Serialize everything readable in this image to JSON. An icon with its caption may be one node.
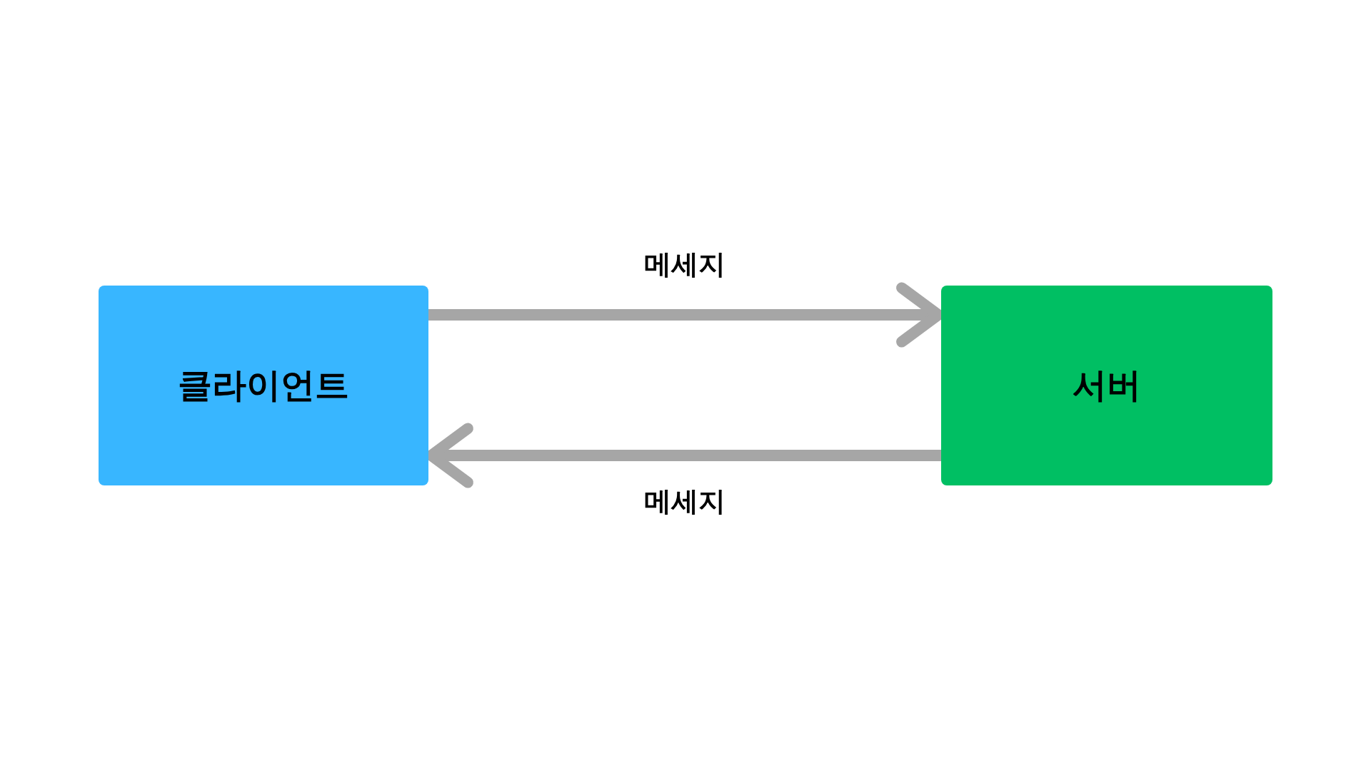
{
  "diagram": {
    "nodes": [
      {
        "text": [
          "클라이언트"
        ]
      },
      {
        "text": [
          "서버"
        ]
      }
    ],
    "edges": [
      {
        "from": 0,
        "to": 1,
        "arrow": "to",
        "label": "메세지"
      },
      {
        "from": 1,
        "to": 0,
        "arrow": "to",
        "label": "메세지"
      }
    ]
  }
}
